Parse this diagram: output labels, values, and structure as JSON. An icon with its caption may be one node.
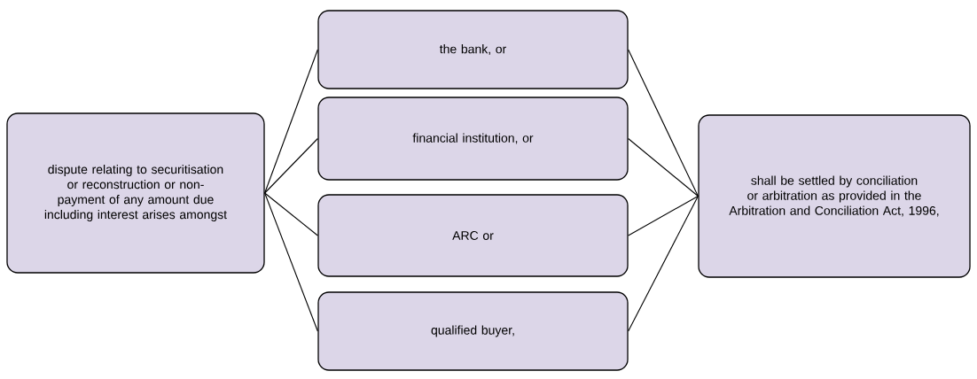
{
  "diagram": {
    "nodes": [
      {
        "text": [
          "dispute relating to securitisation or reconstruction or non-payment of any amount due including interest arises amongst"
        ]
      },
      {
        "text": [
          "the bank, or"
        ]
      },
      {
        "text": [
          "financial institution, or"
        ]
      },
      {
        "text": [
          "ARC or"
        ]
      },
      {
        "text": [
          "qualified buyer,"
        ]
      },
      {
        "text": [
          "shall be settled by conciliation or arbitration as provided in the Arbitration and Conciliation Act, 1996,"
        ]
      }
    ],
    "edges": [
      {
        "from": 0,
        "to": 1,
        "arrow": "none"
      },
      {
        "from": 0,
        "to": 2,
        "arrow": "none"
      },
      {
        "from": 0,
        "to": 3,
        "arrow": "none"
      },
      {
        "from": 0,
        "to": 4,
        "arrow": "none"
      },
      {
        "from": 1,
        "to": 5,
        "arrow": "none"
      },
      {
        "from": 2,
        "to": 5,
        "arrow": "none"
      },
      {
        "from": 3,
        "to": 5,
        "arrow": "none"
      },
      {
        "from": 4,
        "to": 5,
        "arrow": "none"
      }
    ]
  }
}
